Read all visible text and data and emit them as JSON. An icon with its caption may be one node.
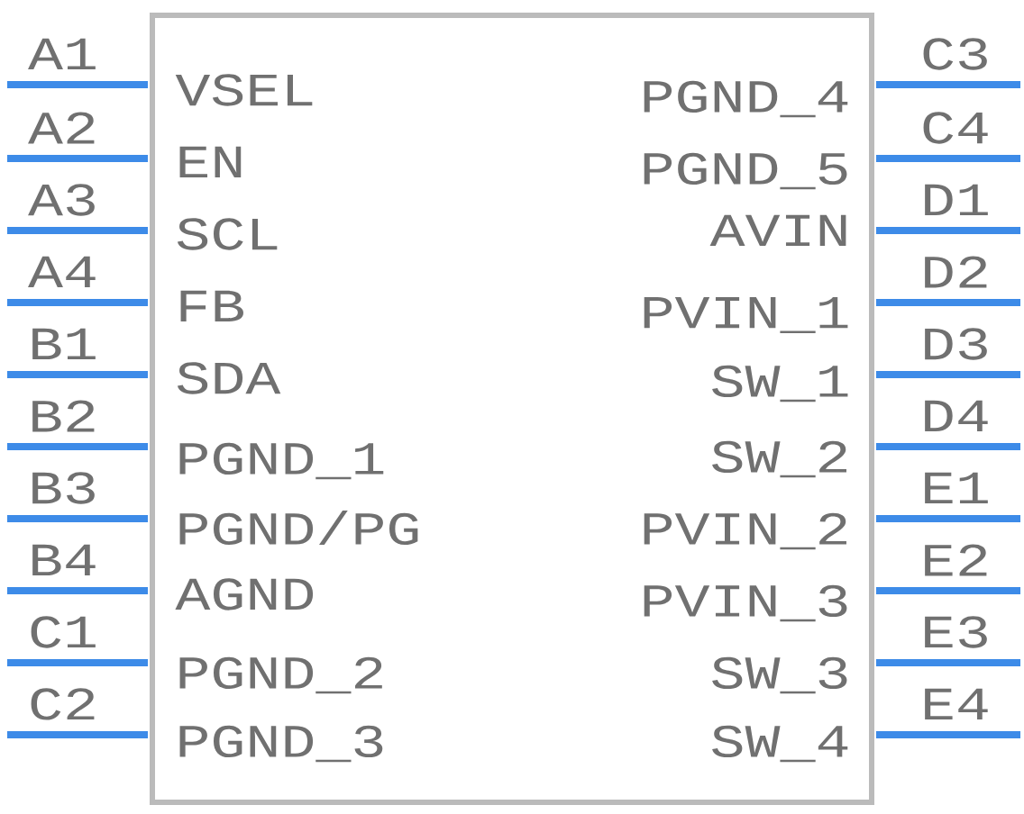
{
  "diagram": {
    "nodes": [
      {
        "text": [
          "VSEL",
          "EN",
          "SCL",
          "FB",
          "SDA",
          "PGND_1",
          "PGND/PG",
          "AGND",
          "PGND_2",
          "PGND_3",
          "PGND_4",
          "PGND_5",
          "AVIN",
          "PVIN_1",
          "SW_1",
          "SW_2",
          "PVIN_2",
          "PVIN_3",
          "SW_3",
          "SW_4"
        ]
      }
    ],
    "labels": [
      "A1",
      "A2",
      "A3",
      "A4",
      "B1",
      "B2",
      "B3",
      "B4",
      "C1",
      "C2",
      "C3",
      "C4",
      "D1",
      "D2",
      "D3",
      "D4",
      "E1",
      "E2",
      "E3",
      "E4"
    ]
  }
}
